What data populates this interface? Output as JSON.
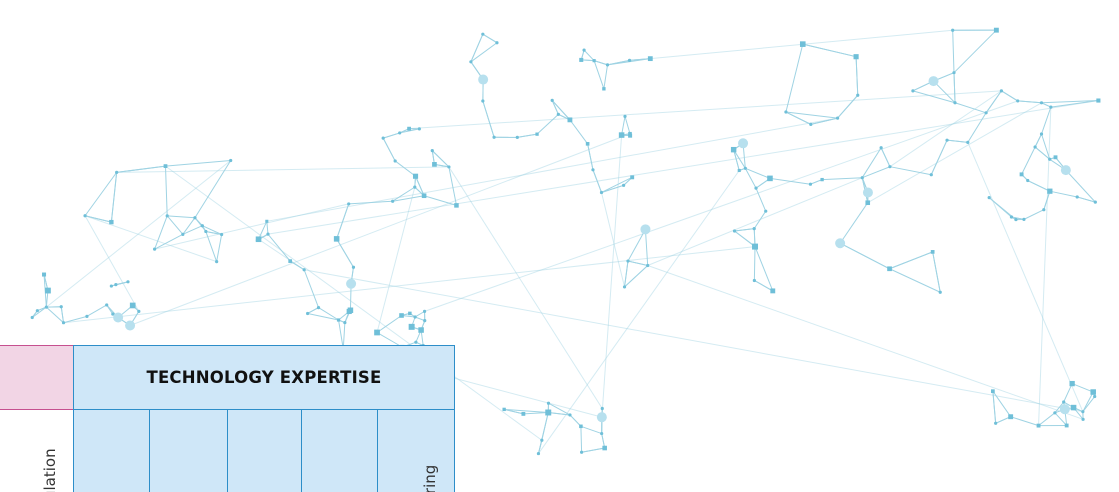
{
  "left_column": {
    "rotated_label": "ulation"
  },
  "technology": {
    "title": "TECHNOLOGY EXPERTISE",
    "columns": [
      "",
      "",
      "",
      "",
      "rring"
    ]
  },
  "colors": {
    "network_teal": "#8ccde0",
    "tech_fill": "#cfe7f8",
    "tech_border": "#2d8ec9",
    "left_fill": "#f2d5e5",
    "left_border": "#c6508f"
  },
  "decor": {
    "background": "molecular-network-graphic"
  }
}
